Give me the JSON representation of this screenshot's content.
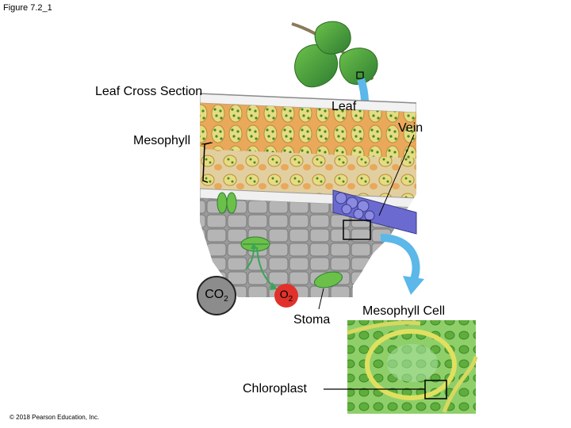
{
  "figure_label": "Figure 7.2_1",
  "labels": {
    "leaf_cross_section": "Leaf Cross Section",
    "leaf": "Leaf",
    "vein": "Vein",
    "mesophyll": "Mesophyll",
    "stoma": "Stoma",
    "mesophyll_cell": "Mesophyll Cell",
    "chloroplast": "Chloroplast"
  },
  "gases": {
    "co2_main": "CO",
    "co2_sub": "2",
    "o2_main": "O",
    "o2_sub": "2"
  },
  "copyright": "© 2018 Pearson Education, Inc.",
  "colors": {
    "arrow_blue": "#5bb8e8",
    "co2_gray": "#8c8c8c",
    "o2_red": "#e0322a",
    "mesophyll_yellow": "#e6dc82",
    "mesophyll_orange": "#e9a85a",
    "chloroplast_green": "#5fae3c",
    "vein_blue": "#6a6ad0",
    "epidermis_gray": "#bdbdbd"
  }
}
